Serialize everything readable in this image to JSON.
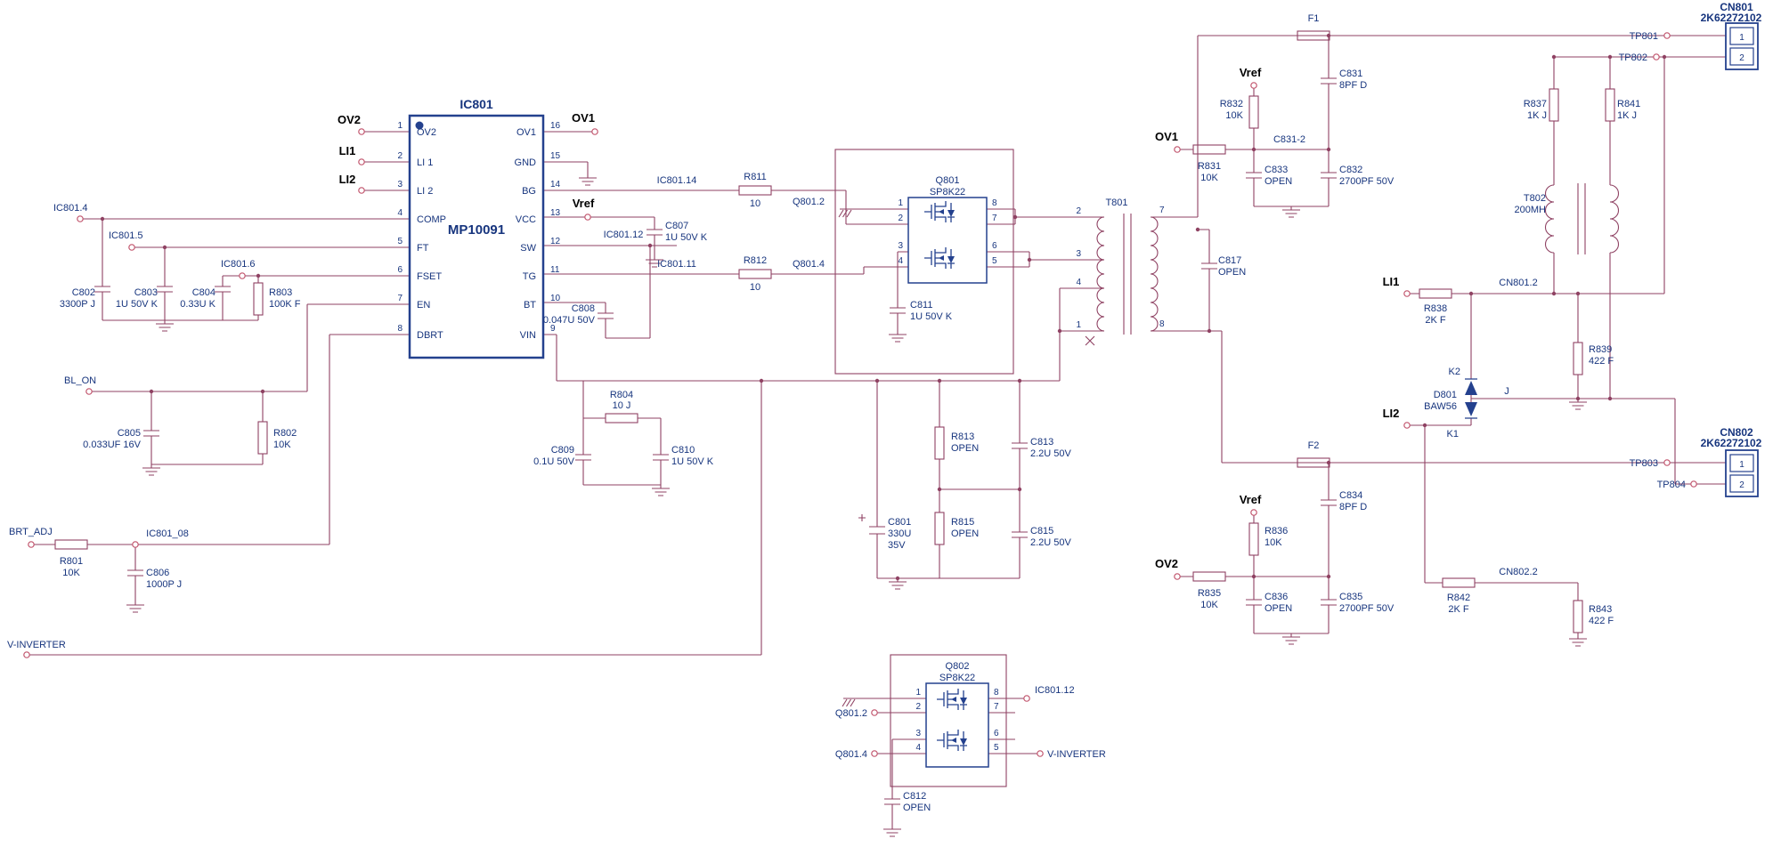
{
  "ic801": {
    "ref": "IC801",
    "part": "MP10091",
    "left": [
      [
        "1",
        "OV2"
      ],
      [
        "2",
        "LI 1"
      ],
      [
        "3",
        "LI 2"
      ],
      [
        "4",
        "COMP"
      ],
      [
        "5",
        "FT"
      ],
      [
        "6",
        "FSET"
      ],
      [
        "7",
        "EN"
      ],
      [
        "8",
        "DBRT"
      ]
    ],
    "right": [
      [
        "16",
        "OV1"
      ],
      [
        "15",
        "GND"
      ],
      [
        "14",
        "BG"
      ],
      [
        "13",
        "VCC"
      ],
      [
        "12",
        "SW"
      ],
      [
        "11",
        "TG"
      ],
      [
        "10",
        "BT"
      ],
      [
        "9",
        "VIN"
      ]
    ]
  },
  "q801": {
    "ref": "Q801",
    "part": "SP8K22",
    "left": [
      "1",
      "2",
      "3",
      "4"
    ],
    "right": [
      "8",
      "7",
      "6",
      "5"
    ]
  },
  "q802": {
    "ref": "Q802",
    "part": "SP8K22",
    "left": [
      "1",
      "2",
      "3",
      "4"
    ],
    "right": [
      "8",
      "7",
      "6",
      "5"
    ]
  },
  "t801": {
    "ref": "T801",
    "left": [
      "2",
      "3",
      "4",
      "1"
    ],
    "right": [
      "7",
      "8"
    ]
  },
  "cn801": {
    "ref": "CN801",
    "part": "2K62272102",
    "pins": [
      "1",
      "2"
    ]
  },
  "cn802": {
    "ref": "CN802",
    "part": "2K62272102",
    "pins": [
      "1",
      "2"
    ]
  },
  "parts": {
    "c801": [
      "C801",
      "330U",
      "35V"
    ],
    "c802": [
      "C802",
      "3300P J"
    ],
    "c803": [
      "C803",
      "1U 50V K"
    ],
    "c804": [
      "C804",
      "0.33U K"
    ],
    "c805": [
      "C805",
      "0.033UF 16V"
    ],
    "c806": [
      "C806",
      "1000P J"
    ],
    "c807": [
      "C807",
      "1U 50V K"
    ],
    "c808": [
      "C808",
      "0.047U 50V"
    ],
    "c809": [
      "C809",
      "0.1U 50V"
    ],
    "c810": [
      "C810",
      "1U 50V K"
    ],
    "c811": [
      "C811",
      "1U 50V K"
    ],
    "c812": [
      "C812",
      "OPEN"
    ],
    "c813": [
      "C813",
      "2.2U 50V"
    ],
    "c815": [
      "C815",
      "2.2U 50V"
    ],
    "c817": [
      "C817",
      "OPEN"
    ],
    "c831": [
      "C831",
      "8PF D"
    ],
    "c832": [
      "C832",
      "2700PF 50V"
    ],
    "c833": [
      "C833",
      "OPEN"
    ],
    "c834": [
      "C834",
      "8PF D"
    ],
    "c835": [
      "C835",
      "2700PF 50V"
    ],
    "c836": [
      "C836",
      "OPEN"
    ],
    "r801": [
      "R801",
      "10K"
    ],
    "r802": [
      "R802",
      "10K"
    ],
    "r803": [
      "R803",
      "100K F"
    ],
    "r804": [
      "R804",
      "10 J"
    ],
    "r811": [
      "R811",
      "10"
    ],
    "r812": [
      "R812",
      "10"
    ],
    "r813": [
      "R813",
      "OPEN"
    ],
    "r815": [
      "R815",
      "OPEN"
    ],
    "r831": [
      "R831",
      "10K"
    ],
    "r832": [
      "R832",
      "10K"
    ],
    "r835": [
      "R835",
      "10K"
    ],
    "r836": [
      "R836",
      "10K"
    ],
    "r837": [
      "R837",
      "1K J"
    ],
    "r838": [
      "R838",
      "2K F"
    ],
    "r839": [
      "R839",
      "422 F"
    ],
    "r841": [
      "R841",
      "1K J"
    ],
    "r842": [
      "R842",
      "2K F"
    ],
    "r843": [
      "R843",
      "422 F"
    ],
    "t802": [
      "T802",
      "200MH"
    ],
    "d801": [
      "D801",
      "BAW56"
    ]
  },
  "nets": {
    "ov1": "OV1",
    "ov2": "OV2",
    "li1": "LI1",
    "li2": "LI2",
    "vref": "Vref",
    "bl_on": "BL_ON",
    "brt_adj": "BRT_ADJ",
    "v_inverter": "V-INVERTER",
    "ic801_4": "IC801.4",
    "ic801_5": "IC801.5",
    "ic801_6": "IC801.6",
    "ic801_08": "IC801_08",
    "ic801_11": "IC801.11",
    "ic801_12": "IC801.12",
    "ic801_14": "IC801.14",
    "q801_2": "Q801.2",
    "q801_4": "Q801.4",
    "cn801_2": "CN801.2",
    "cn802_2": "CN802.2",
    "c831_2": "C831-2",
    "f1": "F1",
    "f2": "F2",
    "j": "J",
    "k1": "K1",
    "k2": "K2",
    "tp801": "TP801",
    "tp802": "TP802",
    "tp803": "TP803",
    "tp804": "TP804"
  }
}
